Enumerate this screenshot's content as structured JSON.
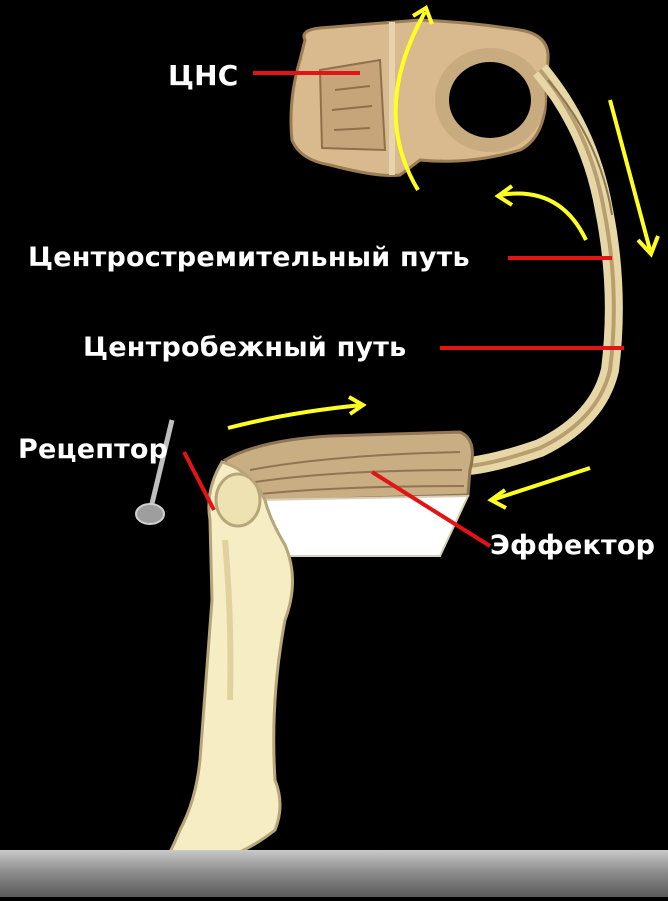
{
  "labels": {
    "cns": "ЦНС",
    "afferent": "Центростремительный путь",
    "efferent": "Центробежный путь",
    "receptor": "Рецептор",
    "effector": "Эффектор"
  },
  "colors": {
    "background": "#000000",
    "label_text": "#ffffff",
    "pointer_lines": "#e31414",
    "arrows": "#ffff22",
    "bone_skin": "#f6edc4",
    "spinal_cord": "#d9b98e",
    "muscle": "#b59b72",
    "floor": "#9a9a9a"
  }
}
